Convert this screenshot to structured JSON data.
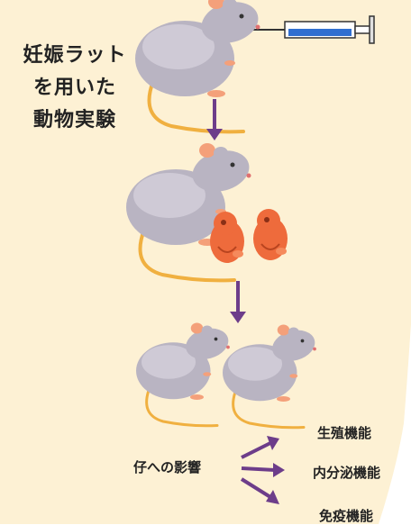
{
  "title": {
    "line1": "妊娠ラット",
    "line2": "を用いた",
    "line3": "動物実験"
  },
  "effects": {
    "label": "仔への影響",
    "outcomes": [
      "生殖機能",
      "内分泌機能",
      "免疫機能"
    ]
  },
  "colors": {
    "background": "#fdf1d4",
    "rat_body": "#b9b4c2",
    "rat_ear": "#f4a07a",
    "rat_tail": "#f0b040",
    "pup": "#ee6b3c",
    "arrow": "#6d3d8a",
    "syringe_liquid": "#2f6fd0"
  },
  "icons": [
    "rat-icon",
    "syringe-icon",
    "pup-icon",
    "arrow-down-icon",
    "arrow-icon"
  ]
}
